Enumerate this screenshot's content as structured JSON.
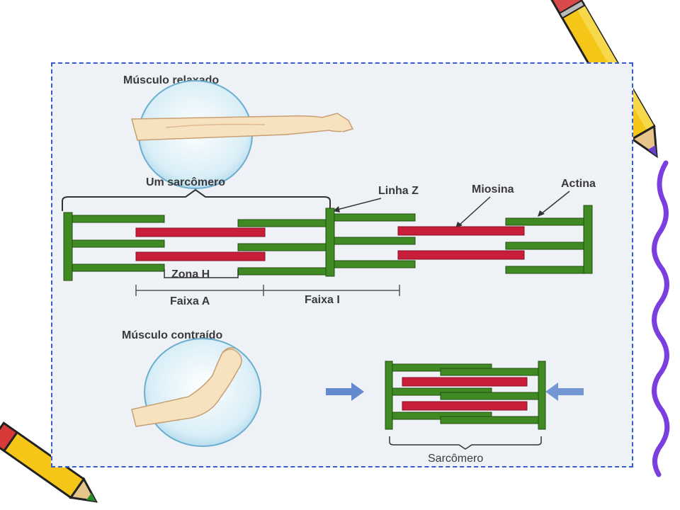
{
  "diagram": {
    "relaxed_label": "Músculo relaxado",
    "sarcomere_label": "Um sarcômero",
    "z_line_label": "Linha Z",
    "myosin_label": "Miosina",
    "actin_label": "Actina",
    "h_zone_label": "Zona H",
    "a_band_label": "Faixa A",
    "i_band_label": "Faixa I",
    "contracted_label": "Músculo contraído",
    "sarcomere_bottom_label": "Sarcômero"
  },
  "colors": {
    "actin": "#3f8a23",
    "actin_dark": "#244f12",
    "myosin": "#c81e3a",
    "panel_border": "#3a5bd0",
    "wavy_line": "#7b3fe0",
    "arrow": "#4a78c8"
  },
  "icons": {
    "pencil_top_right": "pencil-icon",
    "pencil_bottom_left": "pencil-icon"
  }
}
